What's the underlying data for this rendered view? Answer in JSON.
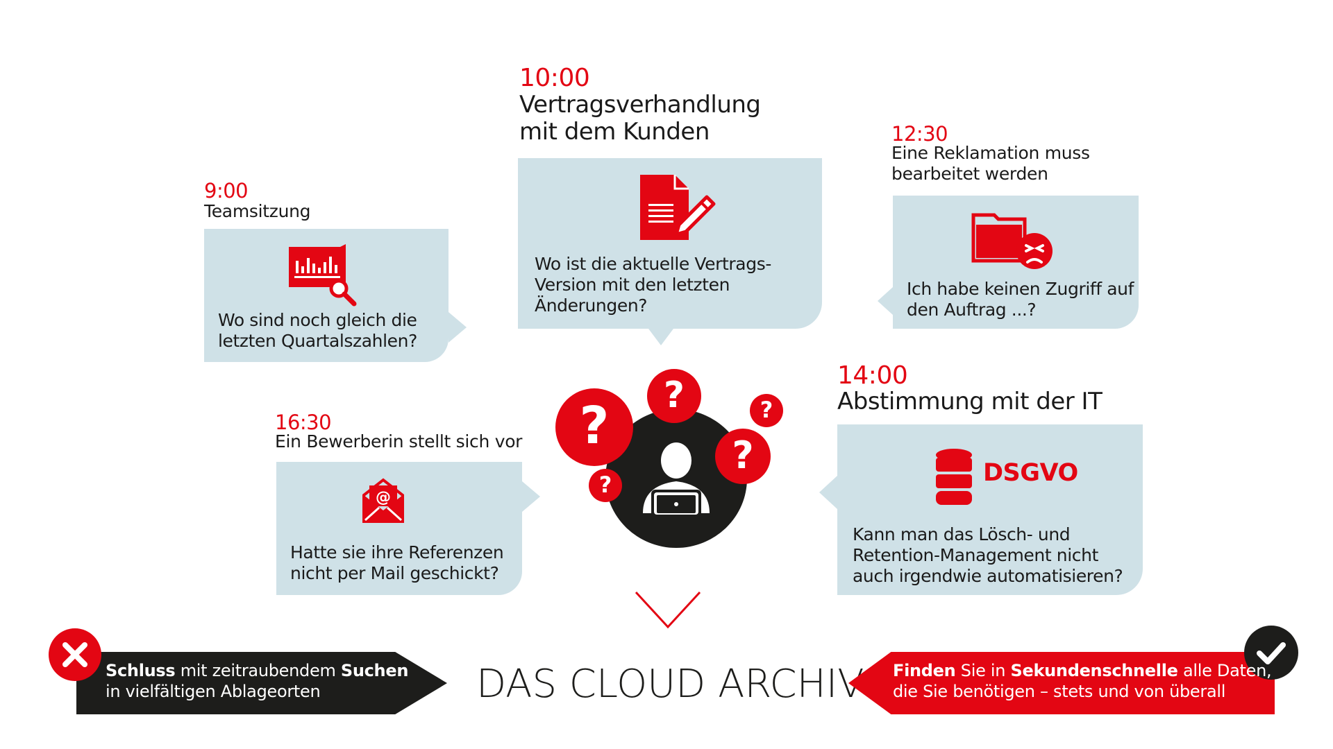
{
  "colors": {
    "accent": "#e30613",
    "bubble": "#cfe1e7",
    "dark": "#1d1d1b"
  },
  "events": {
    "teamsitzung": {
      "time": "9:00",
      "title": "Teamsitzung",
      "text": [
        "Wo sind noch gleich die",
        "letzten Quartalszahlen?"
      ],
      "icon": "chart-search-icon"
    },
    "vertrag": {
      "time": "10:00",
      "title": [
        "Vertragsverhandlung",
        "mit dem Kunden"
      ],
      "text": [
        "Wo ist die aktuelle Vertrags-",
        "Version mit den letzten",
        "Änderungen?"
      ],
      "icon": "document-edit-icon"
    },
    "reklamation": {
      "time": "12:30",
      "title": [
        "Eine Reklamation muss",
        "bearbeitet werden"
      ],
      "text": [
        "Ich habe keinen Zugriff auf",
        "den Auftrag ...?"
      ],
      "icon": "folder-angry-icon"
    },
    "it": {
      "time": "14:00",
      "title": "Abstimmung mit der IT",
      "badge": "DSGVO",
      "text": [
        "Kann man das Lösch- und",
        "Retention-Management nicht",
        "auch irgendwie automatisieren?"
      ],
      "icon": "database-icon"
    },
    "bewerberin": {
      "time": "16:30",
      "title": "Ein Bewerberin stellt sich vor",
      "text": [
        "Hatte sie ihre Referenzen",
        "nicht per Mail geschickt?"
      ],
      "icon": "email-icon"
    }
  },
  "center": {
    "question_mark": "?"
  },
  "headline": "DAS CLOUD ARCHIV",
  "left_banner": {
    "bold1": "Schluss",
    "text1": " mit zeitraubendem ",
    "bold2": "Suchen",
    "line2": "in vielfältigen Ablageorten"
  },
  "right_banner": {
    "bold1": "Finden",
    "text1": " Sie in ",
    "bold2": "Sekundenschnelle",
    "text2": " alle Daten,",
    "line2": "die Sie benötigen – stets und von überall"
  }
}
